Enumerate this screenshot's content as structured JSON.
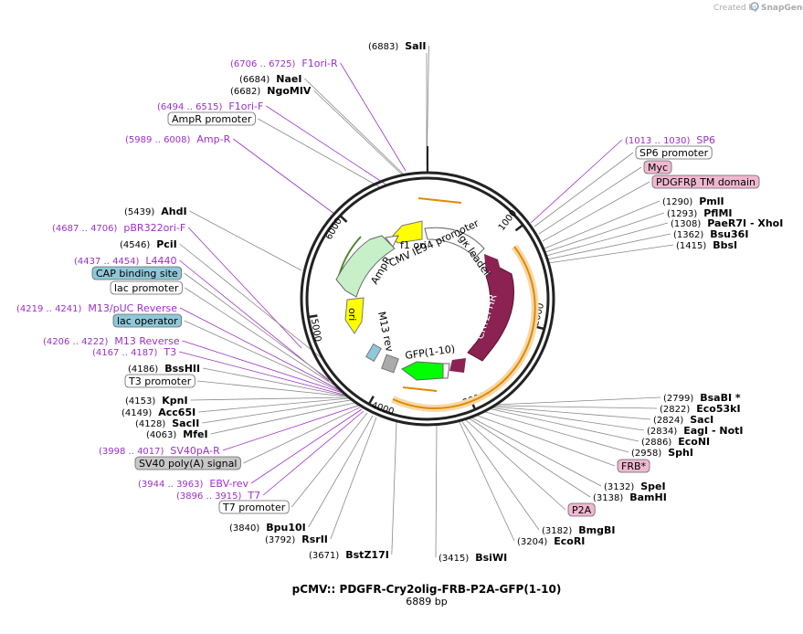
{
  "credit": {
    "created_by": "Created by",
    "brand": "SnapGene"
  },
  "plasmid": {
    "name": "pCMV:: PDGFR-Cry2olig-FRB-P2A-GFP(1-10)",
    "length": "6889 bp"
  },
  "ticks": [
    "1000",
    "2000",
    "3000",
    "4000",
    "5000",
    "6000"
  ],
  "features": {
    "f1ori": "f1 ori",
    "ampr": "AmpR",
    "ori": "ori",
    "cmv": "CMV IE94 promoter",
    "igk": "Igκ leader",
    "cry2phr": "CRY2PHR",
    "m13rev": "M13 rev",
    "gfp": "GFP(1-10)"
  },
  "colors": {
    "primer": "#9b30c8",
    "feature_box_pink": "#f0b8d0",
    "feature_box_blue": "#8fc8d8",
    "feature_box_gray": "#c8c8c8",
    "cry2phr": "#8b2252",
    "orange_arc": "#e08a00",
    "ampr": "#c8f0c8",
    "ori": "#ffff00",
    "gfp": "#00ff00"
  },
  "labels": [
    {
      "id": "sali",
      "pos": "(6883)",
      "name": "SalI",
      "kind": "enzyme"
    },
    {
      "id": "f1ori-r",
      "pos": "(6706 .. 6725)",
      "name": "F1ori-R",
      "kind": "primer"
    },
    {
      "id": "naei",
      "pos": "(6684)",
      "name": "NaeI",
      "kind": "enzyme"
    },
    {
      "id": "ngomiv",
      "pos": "(6682)",
      "name": "NgoMIV",
      "kind": "enzyme"
    },
    {
      "id": "f1ori-f",
      "pos": "(6494 .. 6515)",
      "name": "F1ori-F",
      "kind": "primer"
    },
    {
      "id": "ampr-prom",
      "pos": "",
      "name": "AmpR promoter",
      "kind": "box-white"
    },
    {
      "id": "amp-r",
      "pos": "(5989 .. 6008)",
      "name": "Amp-R",
      "kind": "primer"
    },
    {
      "id": "ahdi",
      "pos": "(5439)",
      "name": "AhdI",
      "kind": "enzyme"
    },
    {
      "id": "pbr322ori-f",
      "pos": "(4687 .. 4706)",
      "name": "pBR322ori-F",
      "kind": "primer"
    },
    {
      "id": "pcii",
      "pos": "(4546)",
      "name": "PciI",
      "kind": "enzyme"
    },
    {
      "id": "l4440",
      "pos": "(4437 .. 4454)",
      "name": "L4440",
      "kind": "primer"
    },
    {
      "id": "cap",
      "pos": "",
      "name": "CAP binding site",
      "kind": "box-blue"
    },
    {
      "id": "lacprom",
      "pos": "",
      "name": "lac promoter",
      "kind": "box-white"
    },
    {
      "id": "m13puc",
      "pos": "(4219 .. 4241)",
      "name": "M13/pUC Reverse",
      "kind": "primer"
    },
    {
      "id": "lacop",
      "pos": "",
      "name": "lac operator",
      "kind": "box-blue"
    },
    {
      "id": "m13rev-p",
      "pos": "(4206 .. 4222)",
      "name": "M13 Reverse",
      "kind": "primer"
    },
    {
      "id": "t3",
      "pos": "(4167 .. 4187)",
      "name": "T3",
      "kind": "primer"
    },
    {
      "id": "bsshii",
      "pos": "(4186)",
      "name": "BssHII",
      "kind": "enzyme"
    },
    {
      "id": "t3prom",
      "pos": "",
      "name": "T3 promoter",
      "kind": "box-white"
    },
    {
      "id": "kpni",
      "pos": "(4153)",
      "name": "KpnI",
      "kind": "enzyme"
    },
    {
      "id": "acc65i",
      "pos": "(4149)",
      "name": "Acc65I",
      "kind": "enzyme"
    },
    {
      "id": "sacii",
      "pos": "(4128)",
      "name": "SacII",
      "kind": "enzyme"
    },
    {
      "id": "mfei",
      "pos": "(4063)",
      "name": "MfeI",
      "kind": "enzyme"
    },
    {
      "id": "sv40pa-r",
      "pos": "(3998 .. 4017)",
      "name": "SV40pA-R",
      "kind": "primer"
    },
    {
      "id": "sv40polya",
      "pos": "",
      "name": "SV40 poly(A) signal",
      "kind": "box-gray"
    },
    {
      "id": "ebv-rev",
      "pos": "(3944 .. 3963)",
      "name": "EBV-rev",
      "kind": "primer"
    },
    {
      "id": "t7",
      "pos": "(3896 .. 3915)",
      "name": "T7",
      "kind": "primer"
    },
    {
      "id": "t7prom",
      "pos": "",
      "name": "T7 promoter",
      "kind": "box-white"
    },
    {
      "id": "bpu10i",
      "pos": "(3840)",
      "name": "Bpu10I",
      "kind": "enzyme"
    },
    {
      "id": "rsrii",
      "pos": "(3792)",
      "name": "RsrII",
      "kind": "enzyme"
    },
    {
      "id": "bstz17i",
      "pos": "(3671)",
      "name": "BstZ17I",
      "kind": "enzyme"
    },
    {
      "id": "bsiwi",
      "pos": "(3415)",
      "name": "BsiWI",
      "kind": "enzyme"
    },
    {
      "id": "ecori",
      "pos": "(3204)",
      "name": "EcoRI",
      "kind": "enzyme"
    },
    {
      "id": "bmgbi",
      "pos": "(3182)",
      "name": "BmgBI",
      "kind": "enzyme"
    },
    {
      "id": "p2a",
      "pos": "",
      "name": "P2A",
      "kind": "box-pink"
    },
    {
      "id": "bamhi",
      "pos": "(3138)",
      "name": "BamHI",
      "kind": "enzyme"
    },
    {
      "id": "spei",
      "pos": "(3132)",
      "name": "SpeI",
      "kind": "enzyme"
    },
    {
      "id": "frb",
      "pos": "",
      "name": "FRB*",
      "kind": "box-pink"
    },
    {
      "id": "sphi",
      "pos": "(2958)",
      "name": "SphI",
      "kind": "enzyme"
    },
    {
      "id": "econi",
      "pos": "(2886)",
      "name": "EcoNI",
      "kind": "enzyme"
    },
    {
      "id": "eagi-noti",
      "pos": "(2834)",
      "name": "EagI - NotI",
      "kind": "enzyme"
    },
    {
      "id": "saci",
      "pos": "(2824)",
      "name": "SacI",
      "kind": "enzyme"
    },
    {
      "id": "eco53ki",
      "pos": "(2822)",
      "name": "Eco53kI",
      "kind": "enzyme"
    },
    {
      "id": "bsabi",
      "pos": "(2799)",
      "name": "BsaBI *",
      "kind": "enzyme"
    },
    {
      "id": "sp6",
      "pos": "(1013 .. 1030)",
      "name": "SP6",
      "kind": "primer"
    },
    {
      "id": "sp6prom",
      "pos": "",
      "name": "SP6 promoter",
      "kind": "box-white"
    },
    {
      "id": "myc",
      "pos": "",
      "name": "Myc",
      "kind": "box-pink"
    },
    {
      "id": "pdgfr",
      "pos": "",
      "name": "PDGFRβ TM domain",
      "kind": "box-pink"
    },
    {
      "id": "pmli",
      "pos": "(1290)",
      "name": "PmlI",
      "kind": "enzyme"
    },
    {
      "id": "pflmi",
      "pos": "(1293)",
      "name": "PflMI",
      "kind": "enzyme"
    },
    {
      "id": "paer7i",
      "pos": "(1308)",
      "name": "PaeR7I - XhoI",
      "kind": "enzyme"
    },
    {
      "id": "bsu36i",
      "pos": "(1362)",
      "name": "Bsu36I",
      "kind": "enzyme"
    },
    {
      "id": "bbsi",
      "pos": "(1415)",
      "name": "BbsI",
      "kind": "enzyme"
    }
  ]
}
